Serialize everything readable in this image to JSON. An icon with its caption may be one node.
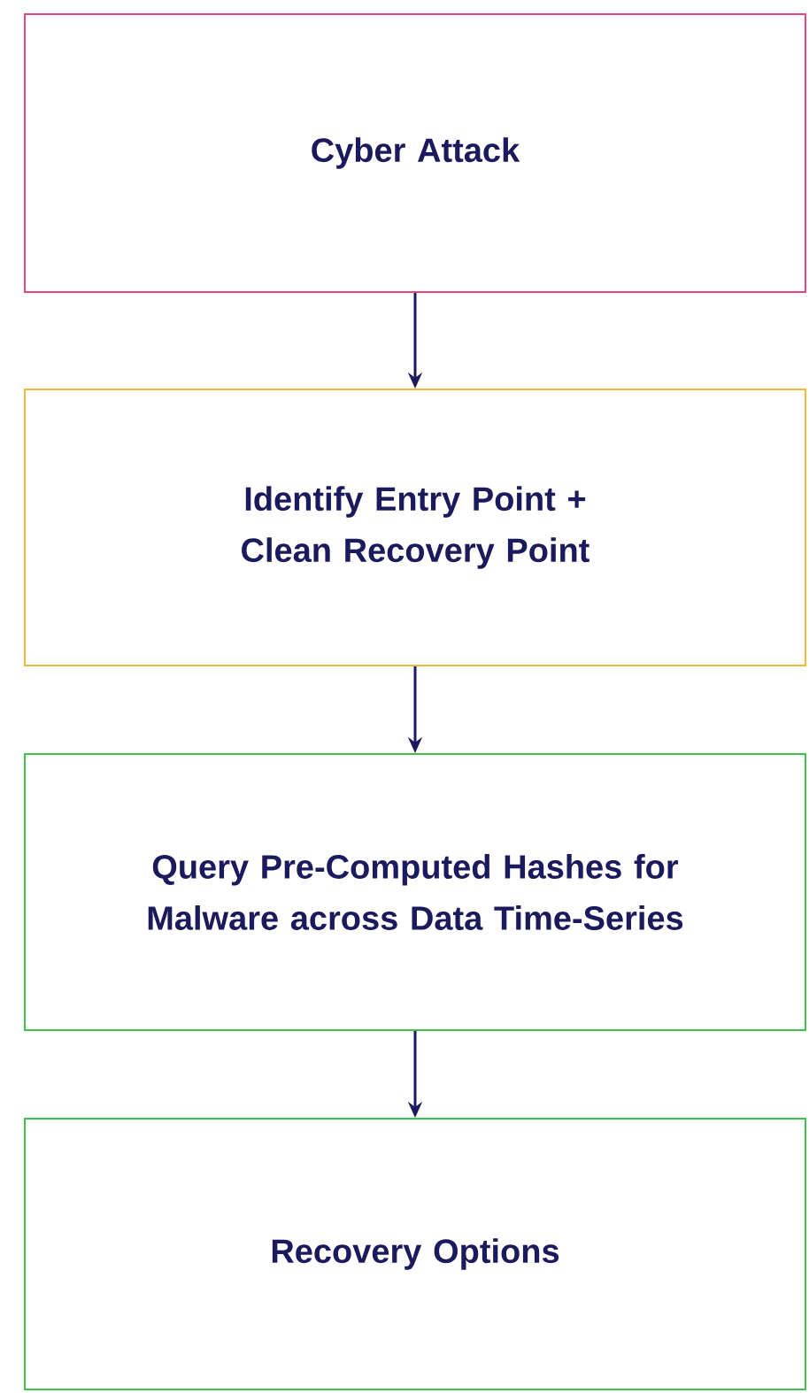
{
  "diagram": {
    "nodes": [
      {
        "text": [
          "Cyber Attack"
        ]
      },
      {
        "text": [
          "Identify Entry Point + Clean Recovery Point"
        ]
      },
      {
        "text": [
          "Query Pre-Computed Hashes for Malware across Data Time-Series"
        ]
      },
      {
        "text": [
          "Recovery Options"
        ]
      }
    ],
    "edges": [
      {
        "from": 0,
        "to": 1,
        "arrow": "to"
      },
      {
        "from": 1,
        "to": 2,
        "arrow": "to"
      },
      {
        "from": 2,
        "to": 3,
        "arrow": "to"
      }
    ]
  }
}
